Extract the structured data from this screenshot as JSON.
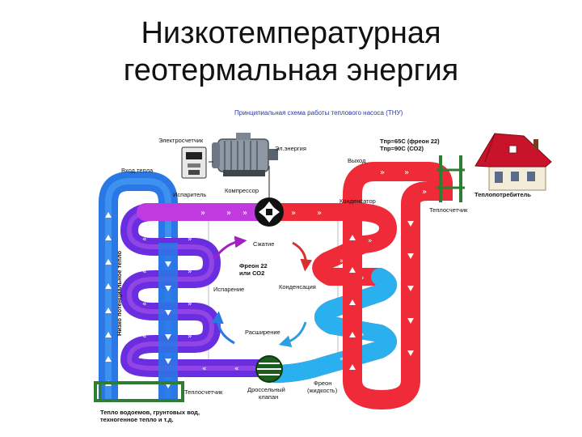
{
  "slide": {
    "title_line1": "Низкотемпературная",
    "title_line2": "геотермальная энергия"
  },
  "diagram": {
    "heading": "Принципиальная схема работы теплового насоса (ТНУ)",
    "electric_meter": "Электросчетчик",
    "el_energy": "Эл.энергия",
    "tpr_1": "Тпр=65С (фреон 22)",
    "tpr_2": "Тпр=90С (СО2)",
    "exit": "Выход",
    "heat_input": "Вход тепла",
    "evaporator": "Испаритель",
    "compressor": "Компрессор",
    "condenser": "Конденсатор",
    "heat_consumer": "Теплопотребитель",
    "heat_meter_right": "Теплосчетчик",
    "left_vertical": "Низко потенциальное тепло",
    "compression": "Сжатие",
    "freon_1": "Фреон 22",
    "freon_2": "или СО2",
    "evaporation": "Испарение",
    "condensation": "Конденсация",
    "expansion": "Расширение",
    "heat_meter_bottom": "Теплосчетчик",
    "throttle_1": "Дроссельный",
    "throttle_2": "клапан",
    "freon_liq_1": "Фреон",
    "freon_liq_2": "(жидкость)",
    "source_1": "Тепло водоемов, грунтовых вод,",
    "source_2": "техногенное тепло и т.д."
  },
  "colors": {
    "cold_blue": "#2a78e6",
    "light_blue": "#2ab0ee",
    "violet": "#6a2de0",
    "magenta": "#c13ae0",
    "hot_red": "#ef2b39",
    "pink": "#f06a9a",
    "meter_green": "#2e7d32",
    "title": "#111111"
  },
  "icons": [
    "house-icon",
    "motor-icon",
    "electric-meter-icon",
    "compressor-symbol-icon",
    "throttle-valve-icon",
    "cycle-arrow-icon"
  ]
}
